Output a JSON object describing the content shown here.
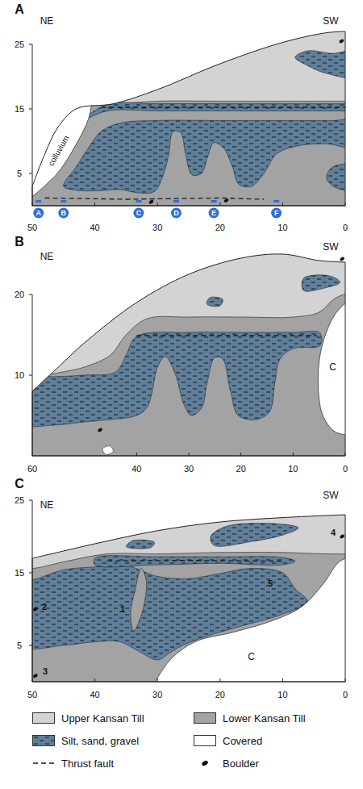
{
  "diagram": {
    "labels": [
      "A",
      "NE",
      "SW",
      "25",
      "15",
      "5",
      "colluvium",
      "50",
      "40",
      "30",
      "20",
      "10",
      "0",
      "A",
      "B",
      "C",
      "D",
      "E",
      "F",
      "B",
      "NE",
      "SW",
      "20",
      "10",
      "C",
      "60",
      "40",
      "30",
      "20",
      "10",
      "0",
      "C",
      "NE",
      "SW",
      "25",
      "15",
      "5",
      "2",
      "1",
      "4",
      "5",
      "3",
      "C",
      "50",
      "40",
      "30",
      "20",
      "10",
      "0",
      "C"
    ],
    "legend": [
      {
        "text": "Upper Kansan Till",
        "color": "#d3d3d3"
      },
      {
        "text": "Lower Kansan Till",
        "color": "#a3a3a3"
      },
      {
        "text": "Silt, sand, gravel",
        "color": "#617f98"
      },
      {
        "text": "Covered"
      },
      {
        "text": "Thrust fault"
      },
      {
        "text": "Boulder"
      }
    ]
  }
}
